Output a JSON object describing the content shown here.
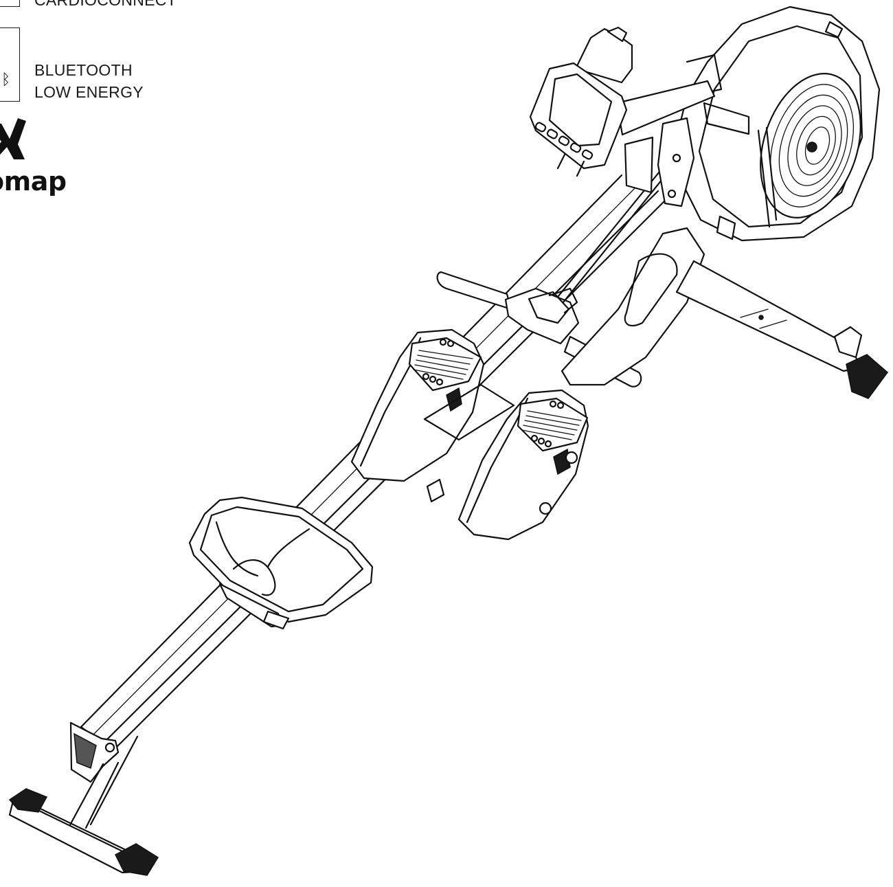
{
  "badges": {
    "cardioconnect": "CARDIOCONNECT",
    "bluetooth_line1": "BLUETOOTH",
    "bluetooth_line2": "LOW ENERGY"
  },
  "logo": {
    "text": "omap"
  },
  "icons": {
    "bluetooth": "bluetooth-icon",
    "logo": "logo-icon"
  },
  "colors": {
    "line": "#111111",
    "background": "#ffffff"
  }
}
